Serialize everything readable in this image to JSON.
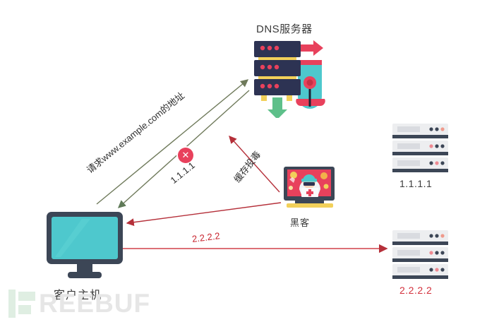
{
  "diagram": {
    "title_dns": "DNS服务器",
    "title_client": "客户主机",
    "title_hacker": "黑客",
    "label_server_one": "1.1.1.1",
    "label_server_two": "2.2.2.2",
    "path_request": "请求www.example.com的地址",
    "path_ip_one": "1.1.1.1",
    "path_poison": "缓存投毒",
    "path_ip_two": "2.2.2.2",
    "blocked_marker": "✕"
  },
  "watermark": {
    "text": "REEBUF",
    "logo_name": "freebuf-f-logo"
  },
  "colors": {
    "dns_navy": "#2d3353",
    "teal": "#4ec8cd",
    "red": "#e8415c",
    "green_arrow": "#5ec08a",
    "yellow": "#f2d05a",
    "request_arrow": "#6f7a5b",
    "attack_arrow": "#b5303a",
    "label_red": "#d3303c",
    "rack_light": "#edeef0",
    "rack_dark": "#3c4656",
    "watermark_gray": "#e6e6e6",
    "watermark_green": "#dfeee2"
  }
}
